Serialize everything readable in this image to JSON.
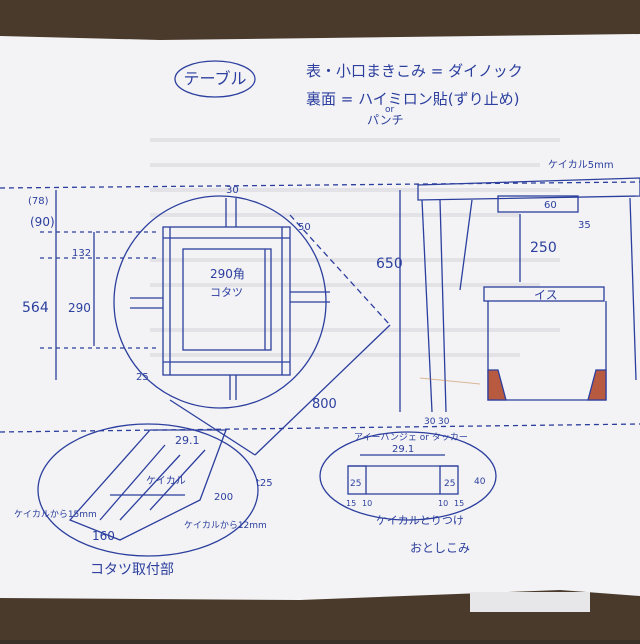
{
  "sheet": {
    "title": "テーブル",
    "note_surface": "表・小口まきこみ = ダイノック",
    "note_back": "裏面 = ハイミロン貼(ずり止め)",
    "note_back_or": "or",
    "note_back_alt": "パンチ",
    "colors": {
      "ink": "#2c3f9e",
      "paper": "#f3f3f5",
      "table": "#4a3a2c"
    }
  },
  "side_dims": {
    "d78": "(78)",
    "d90": "(90)",
    "d132": "132",
    "d290": "290",
    "d564": "564",
    "d650": "650"
  },
  "circle_detail": {
    "top": "30",
    "right": "50",
    "center": "290角",
    "center_sub": "コタツ",
    "bottom": "25"
  },
  "diagonal": {
    "label": "800"
  },
  "right_elev": {
    "label_fig": "ケイカル5mm",
    "dim_60": "60",
    "dim_35": "35",
    "dim_250": "250",
    "chair": "イス",
    "b1": "30",
    "b2": "30"
  },
  "kotatsu": {
    "dim_291": "29.1",
    "label_mid": "ケイカル",
    "dim_200": "200",
    "dim_160": "160",
    "note_left": "ケイカルから15mm",
    "note_right": "ケイカルから12mm",
    "caption": "コタツ取付部",
    "dim_25": "t25"
  },
  "section": {
    "header": "アイーバンジェ or タッカー",
    "dim_291": "29.1",
    "l25": "25",
    "r25": "25",
    "r40": "40",
    "b15a": "15",
    "b10a": "10",
    "b10b": "10",
    "b15b": "15",
    "mid": "ケイカルとりつけ",
    "caption": "おとしこみ"
  }
}
